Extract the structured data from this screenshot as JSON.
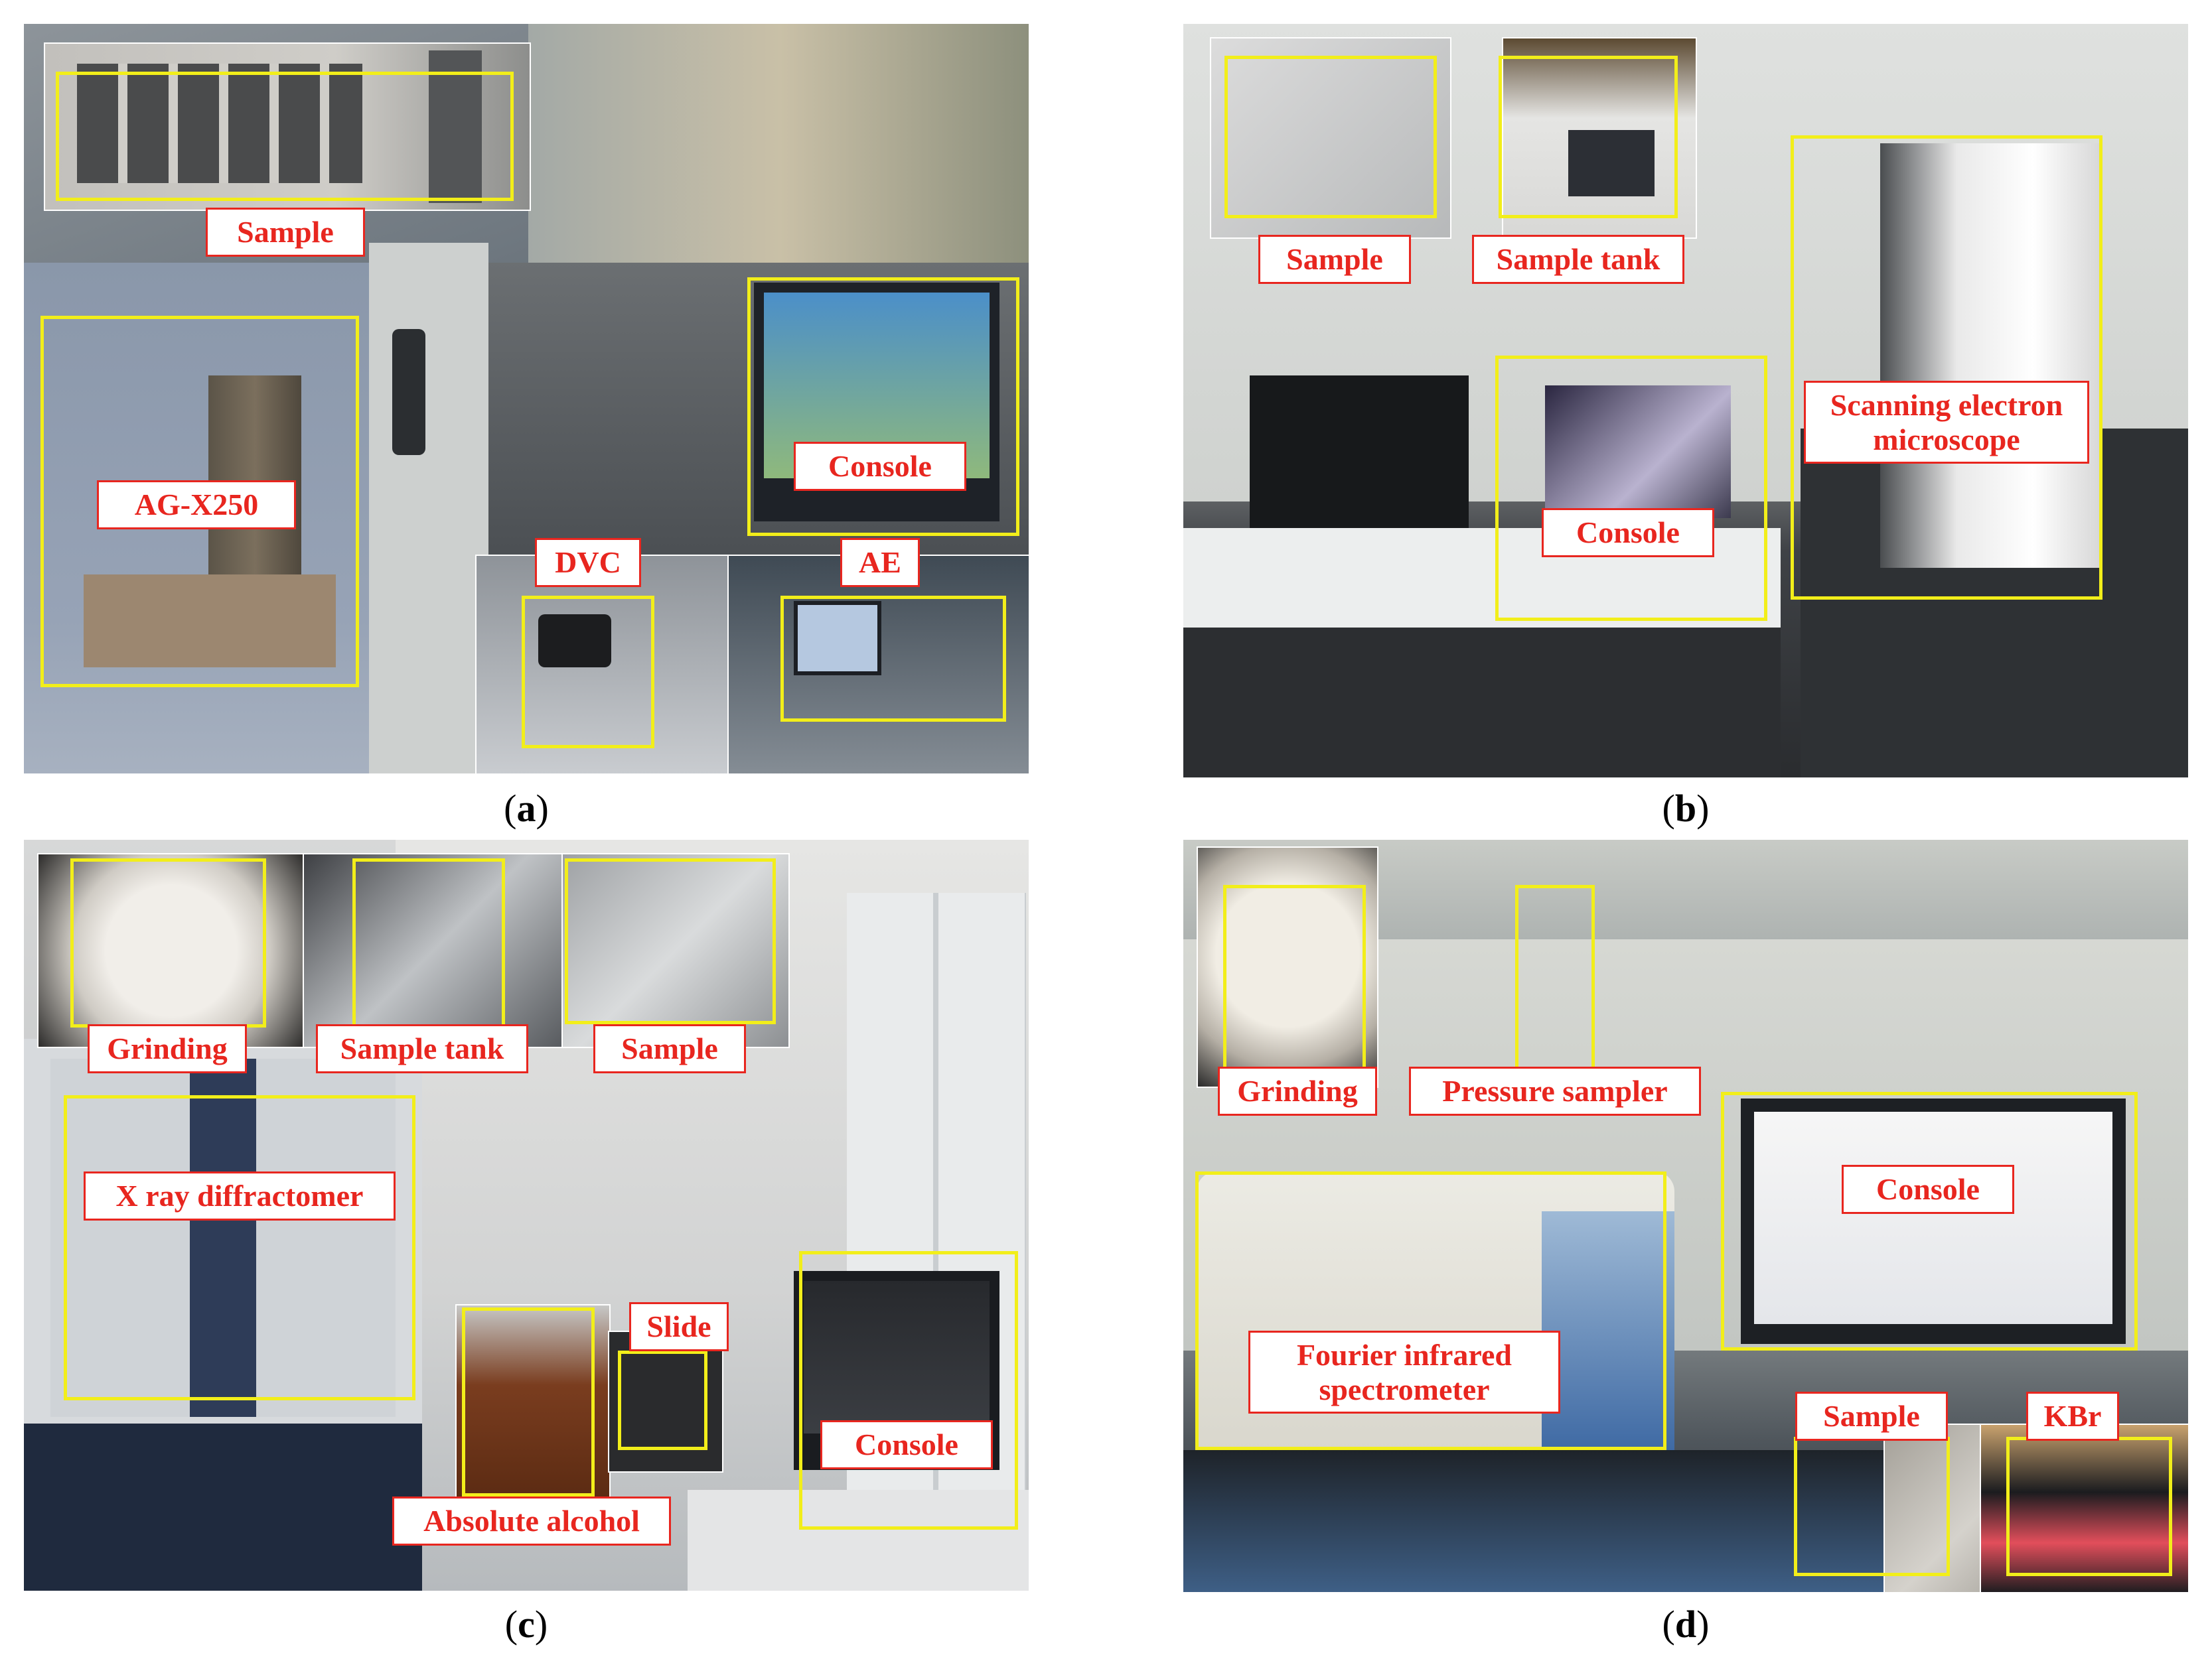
{
  "colors": {
    "box_outline": "#f2ee1a",
    "label_text": "#e8261f",
    "label_border": "#e8261f",
    "label_fill": "#ffffff"
  },
  "panels": {
    "a": {
      "caption_open": "(",
      "caption_letter": "a",
      "caption_close": ")",
      "labels": {
        "sample": "Sample",
        "ag_x250": "AG-X250",
        "console": "Console",
        "dvc": "DVC",
        "ae": "AE"
      }
    },
    "b": {
      "caption_open": "(",
      "caption_letter": "b",
      "caption_close": ")",
      "labels": {
        "sample": "Sample",
        "sample_tank": "Sample tank",
        "console": "Console",
        "sem": "Scanning electron microscope"
      }
    },
    "c": {
      "caption_open": "(",
      "caption_letter": "c",
      "caption_close": ")",
      "labels": {
        "grinding": "Grinding",
        "sample_tank": "Sample tank",
        "sample": "Sample",
        "xrd": "X ray diffractomer",
        "slide": "Slide",
        "console": "Console",
        "absolute_alcohol": "Absolute alcohol"
      }
    },
    "d": {
      "caption_open": "(",
      "caption_letter": "d",
      "caption_close": ")",
      "labels": {
        "grinding": "Grinding",
        "pressure_sampler": "Pressure sampler",
        "console": "Console",
        "ftir": "Fourier infrared spectrometer",
        "sample": "Sample",
        "kbr": "KBr"
      }
    }
  }
}
